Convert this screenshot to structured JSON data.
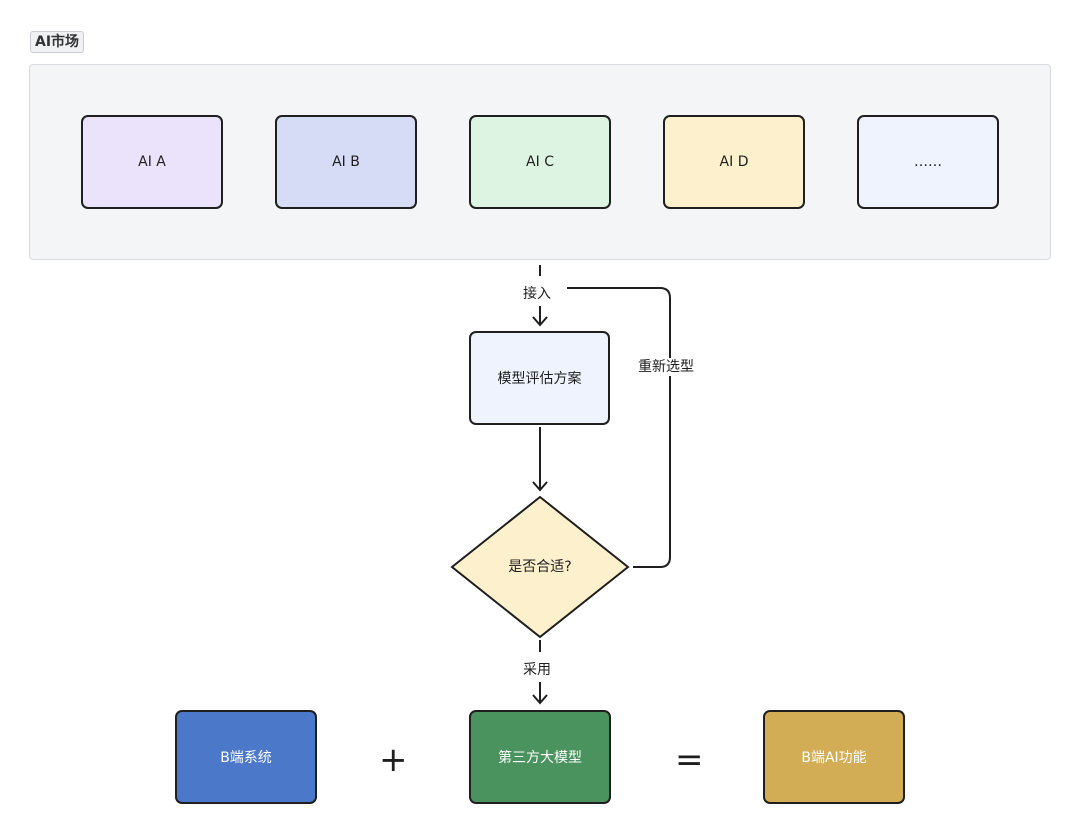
{
  "section_label": "AI市场",
  "ai_market": {
    "items": [
      {
        "label": "AI A",
        "color": "#ebe3fc"
      },
      {
        "label": "AI B",
        "color": "#d6dcf5"
      },
      {
        "label": "AI C",
        "color": "#def4e2"
      },
      {
        "label": "AI D",
        "color": "#fdf0cd"
      },
      {
        "label": "……",
        "color": "#eef3fd"
      }
    ]
  },
  "flow": {
    "edge_in_label": "接入",
    "eval_box": "模型评估方案",
    "decision": "是否合适?",
    "loop_label": "重新选型",
    "edge_out_label": "采用"
  },
  "result": {
    "left": {
      "label": "B端系统",
      "color": "#4b78c8"
    },
    "plus": "+",
    "middle": {
      "label": "第三方大模型",
      "color": "#4a935e"
    },
    "equals": "=",
    "right": {
      "label": "B端AI功能",
      "color": "#d3ad55"
    }
  }
}
